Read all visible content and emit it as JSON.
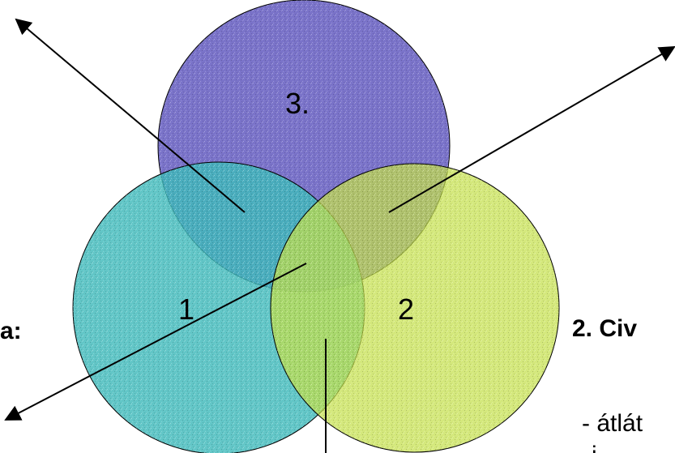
{
  "diagram": {
    "circles": {
      "c3": {
        "label": "3.",
        "fill": "#7a73c9"
      },
      "c1": {
        "label": "1",
        "fill": "#40b9bb"
      },
      "c2": {
        "label": "2",
        "fill": "#c3df4a"
      }
    },
    "side_text": {
      "left": "a:",
      "right": "2. Civ",
      "bottom_right": "- átlát",
      "bottom_right_2": "i"
    }
  }
}
